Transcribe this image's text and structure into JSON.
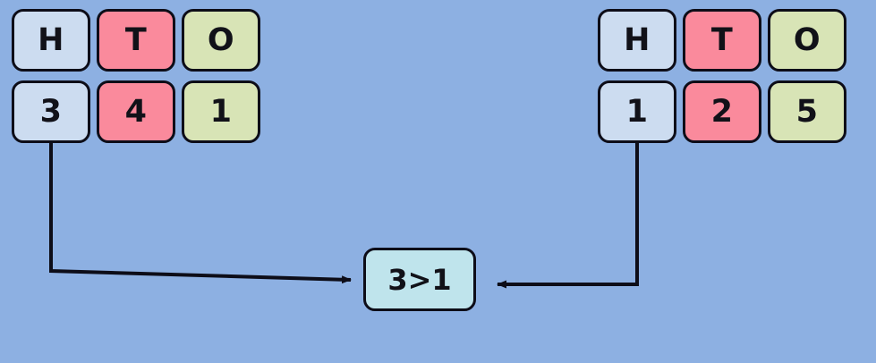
{
  "diagram": {
    "background_color": "#8db0e2",
    "stroke_color": "#0d0d18",
    "colors": {
      "hundreds": "#ccdcf0",
      "tens": "#fa8a9c",
      "ones": "#d8e4b6",
      "compare_node": "#bfe4ec"
    },
    "left_group": {
      "headers": [
        "H",
        "T",
        "O"
      ],
      "digits": [
        "3",
        "4",
        "1"
      ]
    },
    "right_group": {
      "headers": [
        "H",
        "T",
        "O"
      ],
      "digits": [
        "1",
        "2",
        "5"
      ]
    },
    "comparison": {
      "label": "3>1"
    }
  }
}
